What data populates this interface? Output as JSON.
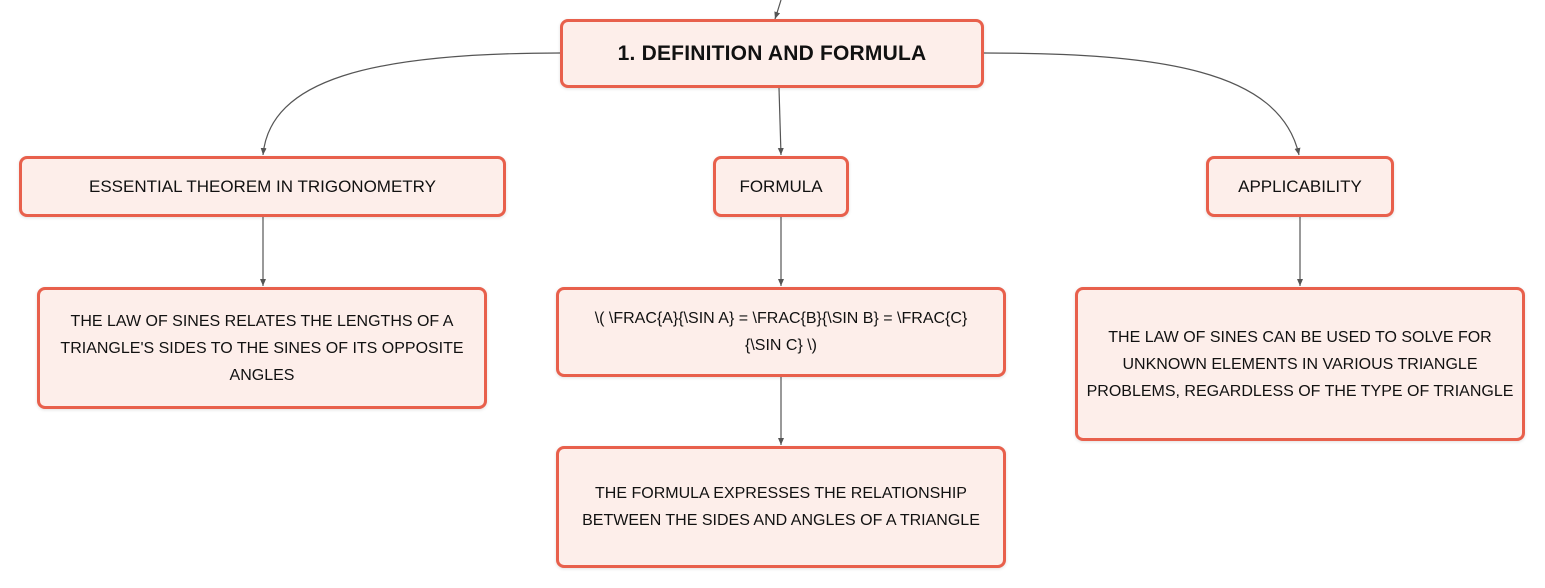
{
  "root": {
    "label": "1. DEFINITION AND FORMULA"
  },
  "branches": [
    {
      "label": "ESSENTIAL THEOREM IN TRIGONOMETRY"
    },
    {
      "label": "FORMULA"
    },
    {
      "label": "APPLICABILITY"
    }
  ],
  "leaves": [
    {
      "label": "THE LAW OF SINES RELATES THE LENGTHS OF A TRIANGLE'S SIDES TO THE SINES OF ITS OPPOSITE ANGLES"
    },
    {
      "label": "\\( \\FRAC{A}{\\SIN A} = \\FRAC{B}{\\SIN B} = \\FRAC{C}{\\SIN C} \\)"
    },
    {
      "label": "THE FORMULA EXPRESSES THE RELATIONSHIP BETWEEN THE SIDES AND ANGLES OF A TRIANGLE"
    },
    {
      "label": "THE LAW OF SINES CAN BE USED TO SOLVE FOR UNKNOWN ELEMENTS IN VARIOUS TRIANGLE PROBLEMS, REGARDLESS OF THE TYPE OF TRIANGLE"
    }
  ],
  "colors": {
    "node_fill": "#fdeeea",
    "node_border": "#e8604c",
    "connector": "#555555",
    "text": "#111111"
  }
}
